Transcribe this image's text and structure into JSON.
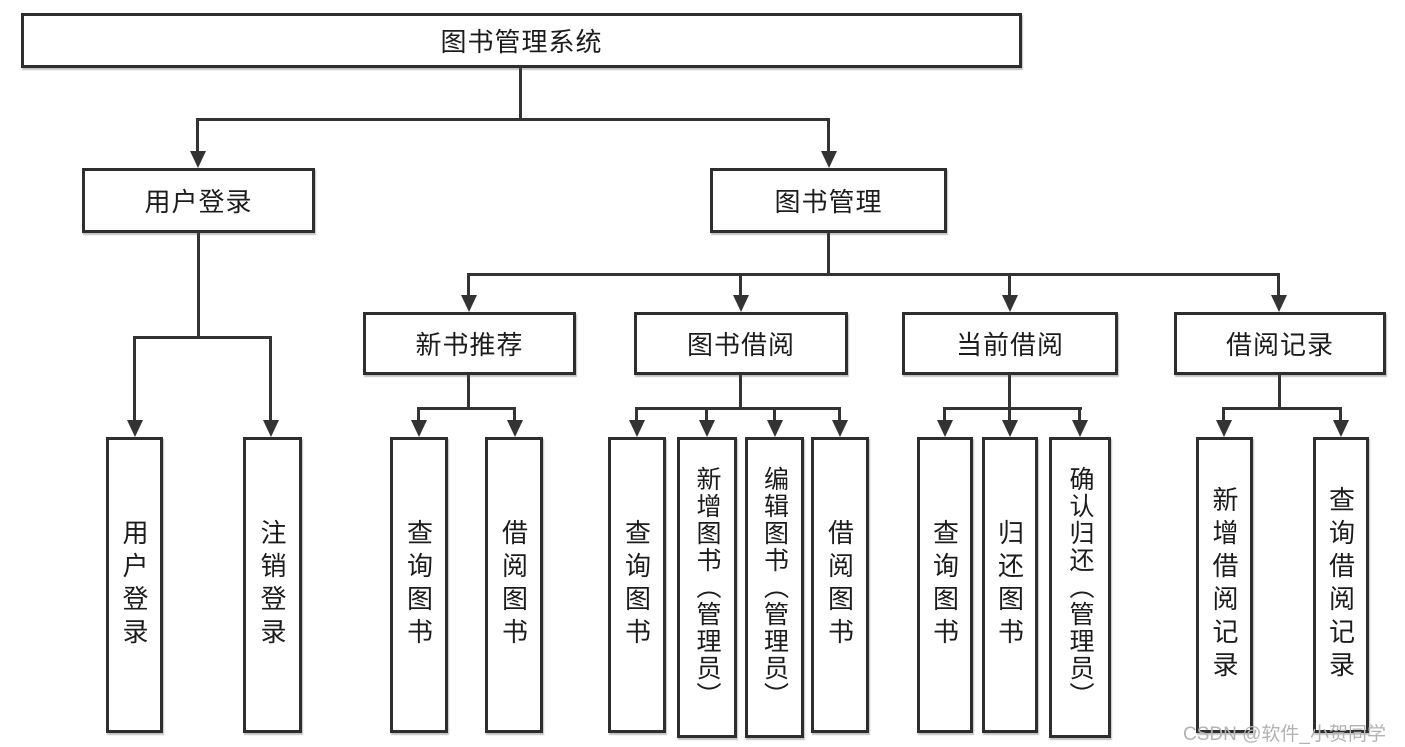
{
  "diagram": {
    "type": "hierarchy-tree",
    "root": {
      "label": "图书管理系统"
    },
    "level2": [
      {
        "label": "用户登录",
        "parent": "图书管理系统"
      },
      {
        "label": "图书管理",
        "parent": "图书管理系统"
      }
    ],
    "level3": [
      {
        "label": "新书推荐",
        "parent": "图书管理"
      },
      {
        "label": "图书借阅",
        "parent": "图书管理"
      },
      {
        "label": "当前借阅",
        "parent": "图书管理"
      },
      {
        "label": "借阅记录",
        "parent": "图书管理"
      }
    ],
    "leaves": [
      {
        "label": "用户登录",
        "parent": "用户登录"
      },
      {
        "label": "注销登录",
        "parent": "用户登录"
      },
      {
        "label": "查询图书",
        "parent": "新书推荐"
      },
      {
        "label": "借阅图书",
        "parent": "新书推荐"
      },
      {
        "label": "查询图书",
        "parent": "图书借阅"
      },
      {
        "label": "新增图书（管理员）",
        "parent": "图书借阅"
      },
      {
        "label": "编辑图书（管理员）",
        "parent": "图书借阅"
      },
      {
        "label": "借阅图书",
        "parent": "图书借阅"
      },
      {
        "label": "查询图书",
        "parent": "当前借阅"
      },
      {
        "label": "归还图书",
        "parent": "当前借阅"
      },
      {
        "label": "确认归还（管理员）",
        "parent": "当前借阅"
      },
      {
        "label": "新增借阅记录",
        "parent": "借阅记录"
      },
      {
        "label": "查询借阅记录",
        "parent": "借阅记录"
      }
    ],
    "colors": {
      "line": "#333333",
      "border": "#2e2e2e",
      "text": "#1c1c1c",
      "background": "#ffffff",
      "watermark_text_color": "#b3b3b3"
    },
    "watermark": "CSDN @软件_小贺同学"
  }
}
